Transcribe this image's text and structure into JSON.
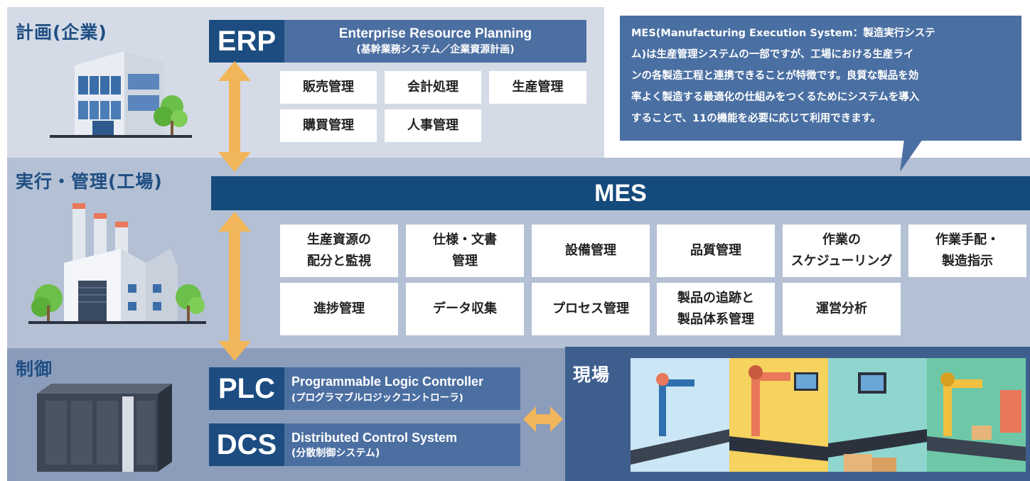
{
  "sections": {
    "planning": "計画(企業)",
    "execution": "実行・管理(工場)",
    "control": "制御",
    "field": "現場"
  },
  "erp": {
    "tag": "ERP",
    "title": "Enterprise Resource Planning",
    "subtitle": "(基幹業務システム／企業資源計画)",
    "functions": [
      "販売管理",
      "会計処理",
      "生産管理",
      "購買管理",
      "人事管理"
    ]
  },
  "callout": {
    "lines": [
      "MES(Manufacturing Execution System：製造実行システ",
      "ム)は生産管理システムの一部ですが、工場における生産ライ",
      "ンの各製造工程と連携できることが特徴です。良質な製品を効",
      "率よく製造する最適化の仕組みをつくるためにシステムを導入",
      "することで、11の機能を必要に応じて利用できます。"
    ]
  },
  "mes": {
    "tag": "MES",
    "functions": [
      [
        "生産資源の",
        "配分と監視"
      ],
      [
        "仕様・文書",
        "管理"
      ],
      [
        "設備管理"
      ],
      [
        "品質管理"
      ],
      [
        "作業の",
        "スケジューリング"
      ],
      [
        "作業手配・",
        "製造指示"
      ],
      [
        "進捗管理"
      ],
      [
        "データ収集"
      ],
      [
        "プロセス管理"
      ],
      [
        "製品の追跡と",
        "製品体系管理"
      ],
      [
        "運営分析"
      ]
    ]
  },
  "plc": {
    "tag": "PLC",
    "title": "Programmable Logic Controller",
    "subtitle": "(プログラマブルロジックコントローラ)"
  },
  "dcs": {
    "tag": "DCS",
    "title": "Distributed Control System",
    "subtitle": "(分散制御システム)"
  },
  "colors": {
    "navy": "#1c4c80",
    "desc_blue": "#4c6fa2",
    "arrow": "#f2b65a",
    "plan_band": "#d4dbe7",
    "exec_band": "#b4c0d4",
    "ctrl_band": "#8b9dbb"
  },
  "icons": [
    "office-building-icon",
    "factory-icon",
    "plc-device-icon",
    "production-line-illustration"
  ]
}
